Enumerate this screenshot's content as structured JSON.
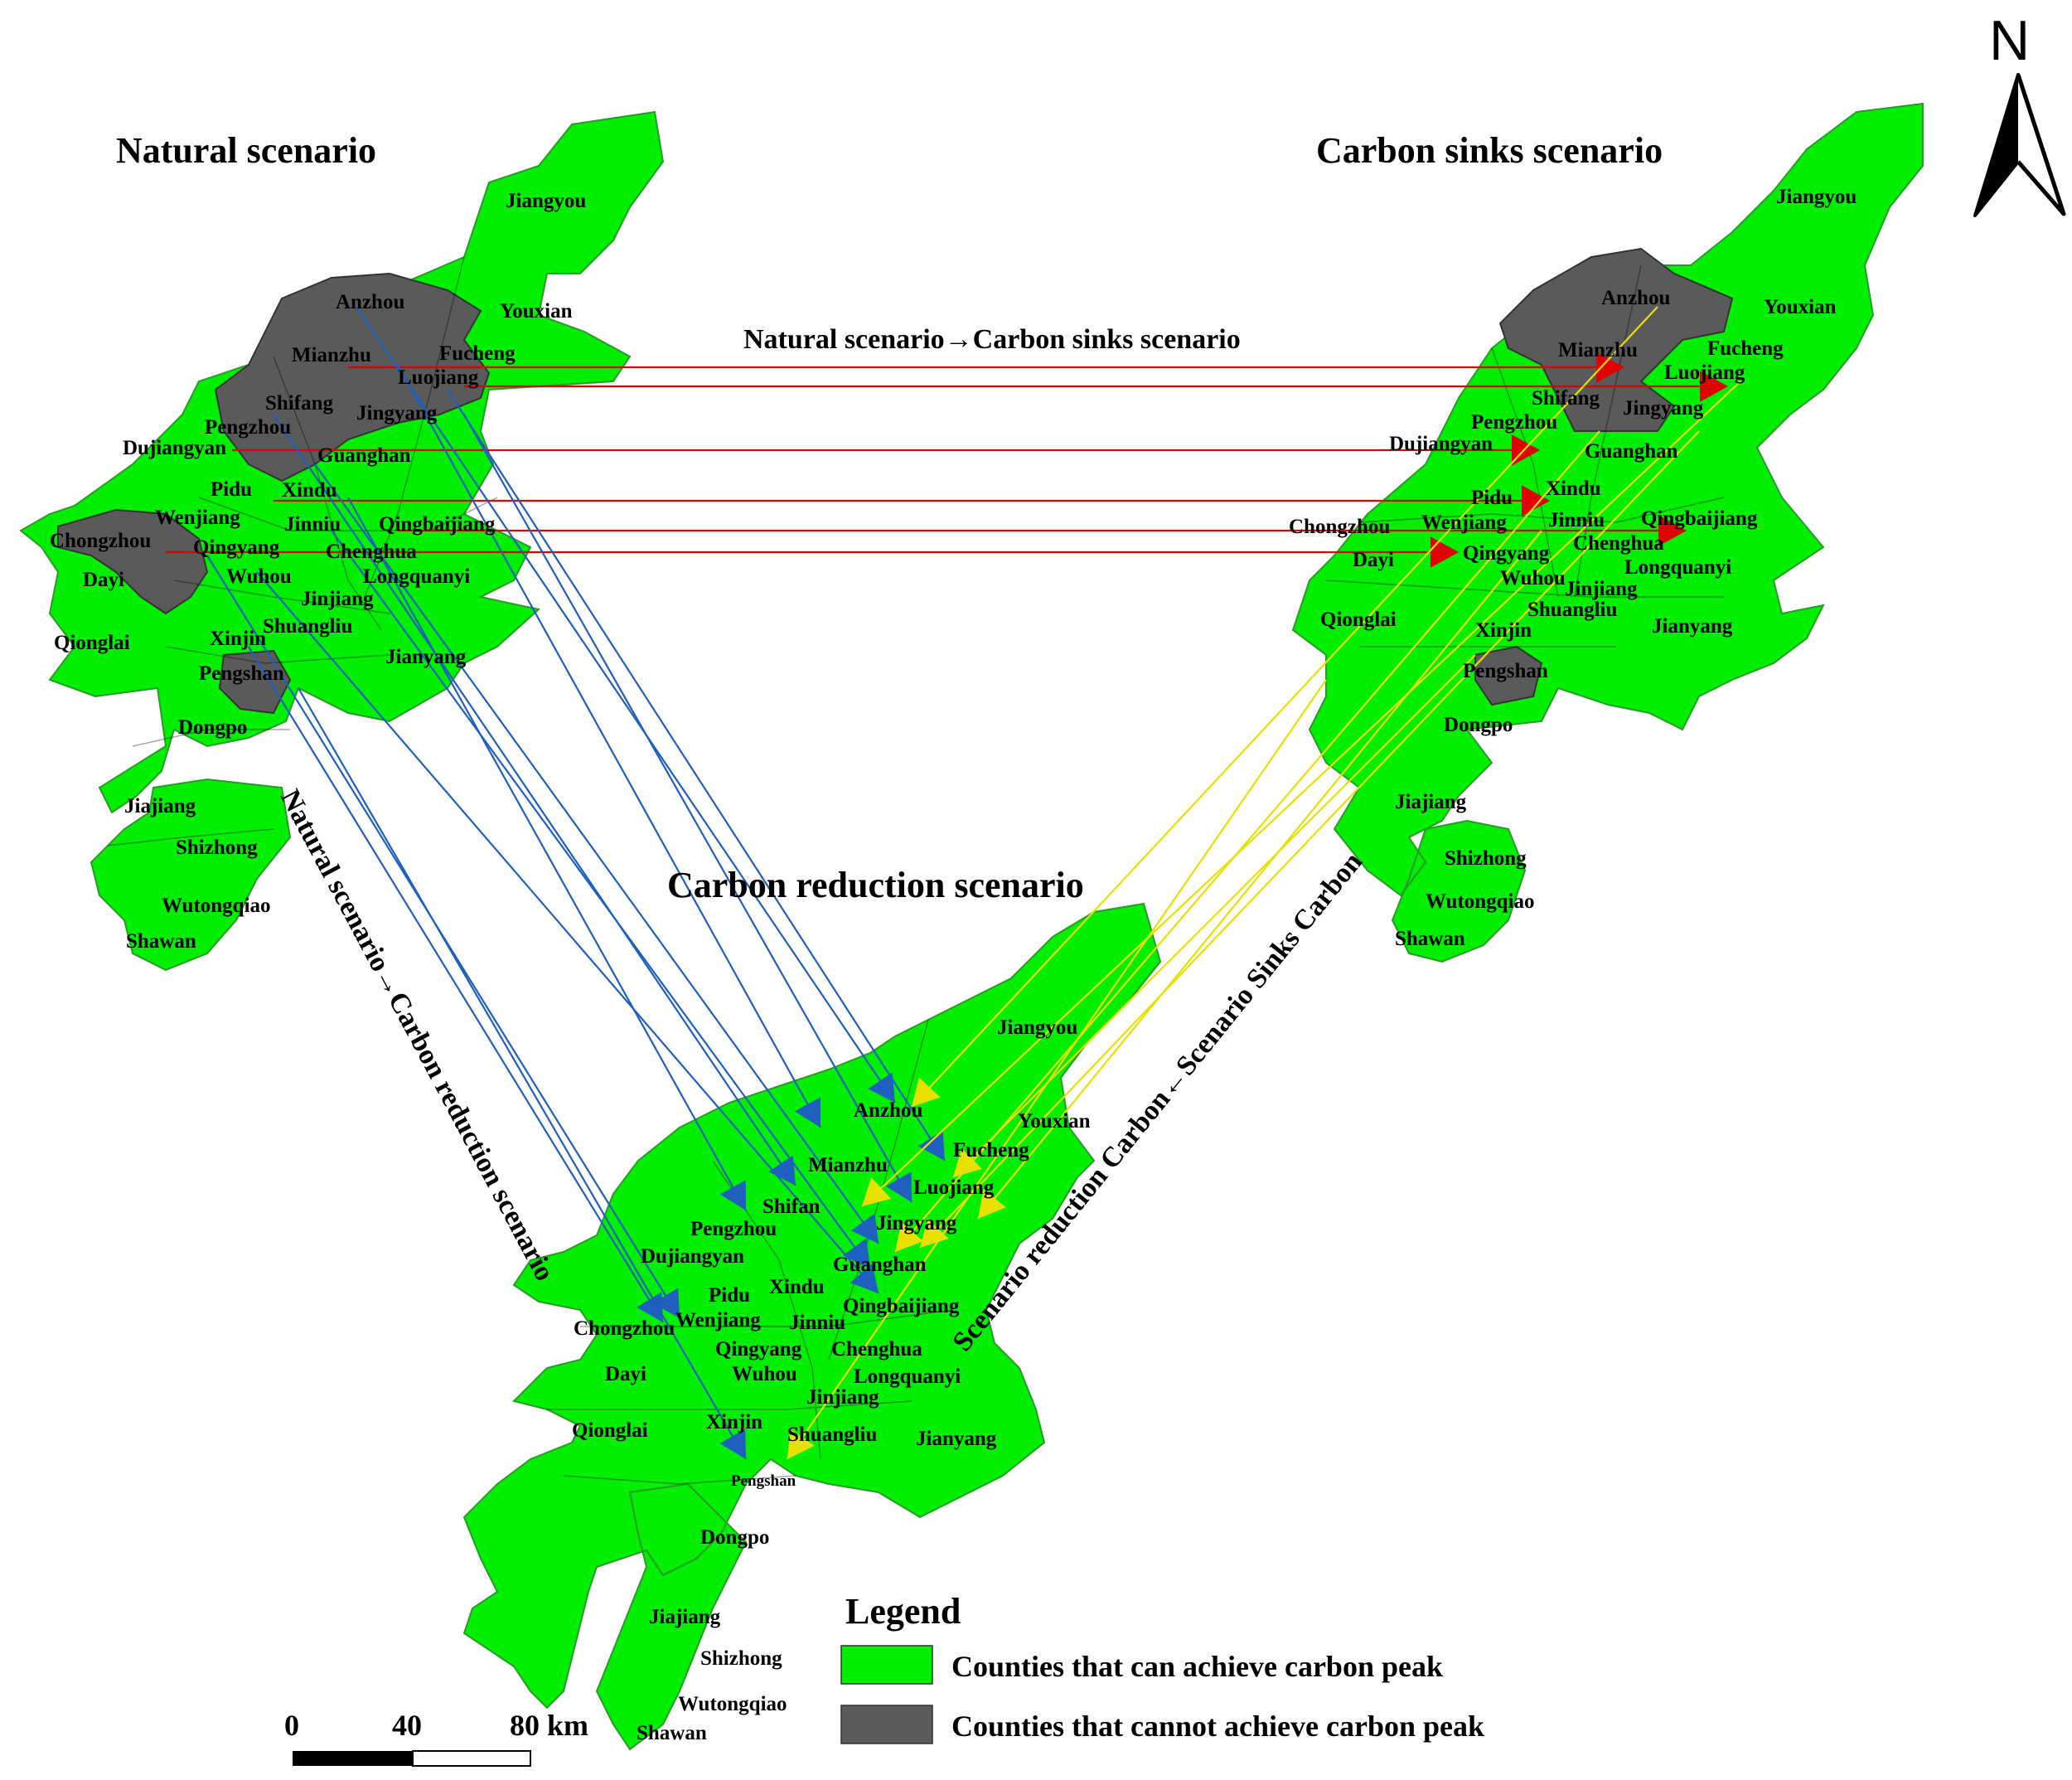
{
  "titles": {
    "natural": "Natural scenario",
    "sinks": "Carbon sinks scenario",
    "reduction": "Carbon reduction scenario"
  },
  "arrows": {
    "natural_to_sinks": "Natural scenario→Carbon sinks scenario",
    "natural_to_reduction": "Natural scenario→Carbon reduction scenario",
    "sinks_to_reduction": "Scenario reduction Carbon←Scenario Sinks Carbon"
  },
  "north": "N",
  "legend": {
    "title": "Legend",
    "items": [
      {
        "label": "Counties that can achieve carbon peak",
        "color": "#00ee00"
      },
      {
        "label": "Counties that cannot achieve carbon peak",
        "color": "#5a5a5a"
      }
    ]
  },
  "scale": {
    "ticks": [
      "0",
      "40",
      "80 km"
    ]
  },
  "colors": {
    "achieve": "#00ee00",
    "not_achieve": "#5a5a5a",
    "natural_to_sinks_arrow": "#e00000",
    "natural_to_reduction_arrow": "#1f5fbf",
    "sinks_to_reduction_arrow": "#e8e000"
  },
  "counties": {
    "natural": [
      "Jiangyou",
      "Anzhou",
      "Youxian",
      "Mianzhu",
      "Fucheng",
      "Luojiang",
      "Shifang",
      "Jingyang",
      "Pengzhou",
      "Dujiangyan",
      "Guanghan",
      "Pidu",
      "Xindu",
      "Wenjiang",
      "Jinniu",
      "Qingbaijiang",
      "Chongzhou",
      "Qingyang",
      "Chenghua",
      "Dayi",
      "Wuhou",
      "Longquanyi",
      "Jinjiang",
      "Shuangliu",
      "Qionglai",
      "Xinjin",
      "Jianyang",
      "Pengshan",
      "Dongpo",
      "Jiajiang",
      "Shizhong",
      "Wutongqiao",
      "Shawan"
    ],
    "sinks": [
      "Jiangyou",
      "Anzhou",
      "Youxian",
      "Mianzhu",
      "Fucheng",
      "Luojiang",
      "Shifang",
      "Jingyang",
      "Pengzhou",
      "Dujiangyan",
      "Guanghan",
      "Pidu",
      "Xindu",
      "Jinniu",
      "Qingbaijiang",
      "Chongzhou",
      "Wenjiang",
      "Chenghua",
      "Dayi",
      "Qingyang",
      "Wuhou",
      "Longquanyi",
      "Jinjiang",
      "Shuangliu",
      "Qionglai",
      "Xinjin",
      "Jianyang",
      "Pengshan",
      "Dongpo",
      "Jiajiang",
      "Shizhong",
      "Wutongqiao",
      "Shawan"
    ],
    "reduction": [
      "Jiangyou",
      "Anzhou",
      "Youxian",
      "Fucheng",
      "Mianzhu",
      "Luojiang",
      "Shifan",
      "Jingyang",
      "Pengzhou",
      "Dujiangyan",
      "Guanghan",
      "Pidu",
      "Xindu",
      "Qingbaijiang",
      "Chongzhou",
      "Wenjiang",
      "Jinniu",
      "Qingyang",
      "Chenghua",
      "Dayi",
      "Wuhou",
      "Longquanyi",
      "Jinjiang",
      "Qionglai",
      "Xinjin",
      "Shuangliu",
      "Jianyang",
      "Pengshan",
      "Dongpo",
      "Jiajiang",
      "Shizhong",
      "Wutongqiao",
      "Shawan"
    ]
  }
}
